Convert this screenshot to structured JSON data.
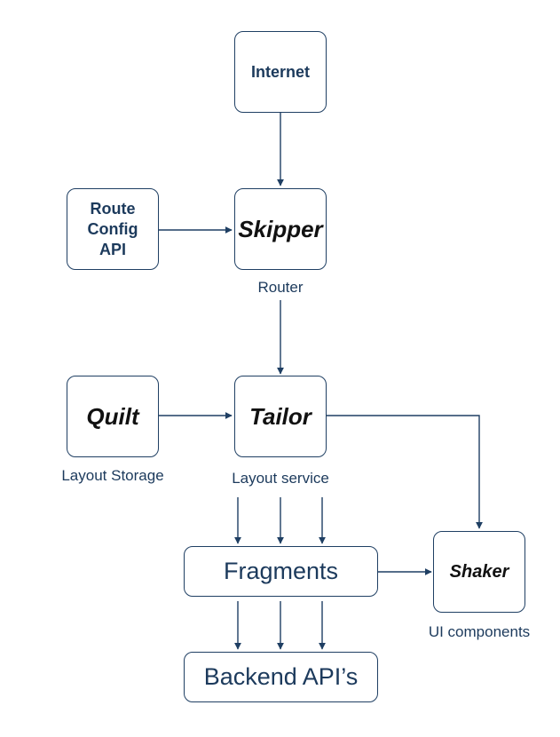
{
  "nodes": {
    "internet": {
      "label": "Internet"
    },
    "route_config": {
      "label_line1": "Route",
      "label_line2": "Config",
      "label_line3": "API"
    },
    "skipper": {
      "label": "Skipper",
      "caption": "Router"
    },
    "quilt": {
      "label": "Quilt",
      "caption": "Layout Storage"
    },
    "tailor": {
      "label": "Tailor",
      "caption": "Layout service"
    },
    "fragments": {
      "label": "Fragments"
    },
    "shaker": {
      "label": "Shaker",
      "caption": "UI components"
    },
    "backend": {
      "label": "Backend API’s"
    }
  },
  "colors": {
    "stroke": "#1f3f63",
    "text": "#1c3a5c"
  },
  "edges": [
    {
      "from": "Internet",
      "to": "Skipper"
    },
    {
      "from": "Route Config API",
      "to": "Skipper"
    },
    {
      "from": "Skipper",
      "to": "Tailor"
    },
    {
      "from": "Quilt",
      "to": "Tailor"
    },
    {
      "from": "Tailor",
      "to": "Shaker"
    },
    {
      "from": "Tailor",
      "to": "Fragments"
    },
    {
      "from": "Tailor",
      "to": "Fragments"
    },
    {
      "from": "Tailor",
      "to": "Fragments"
    },
    {
      "from": "Fragments",
      "to": "Shaker"
    },
    {
      "from": "Fragments",
      "to": "Backend API’s"
    },
    {
      "from": "Fragments",
      "to": "Backend API’s"
    },
    {
      "from": "Fragments",
      "to": "Backend API’s"
    }
  ]
}
